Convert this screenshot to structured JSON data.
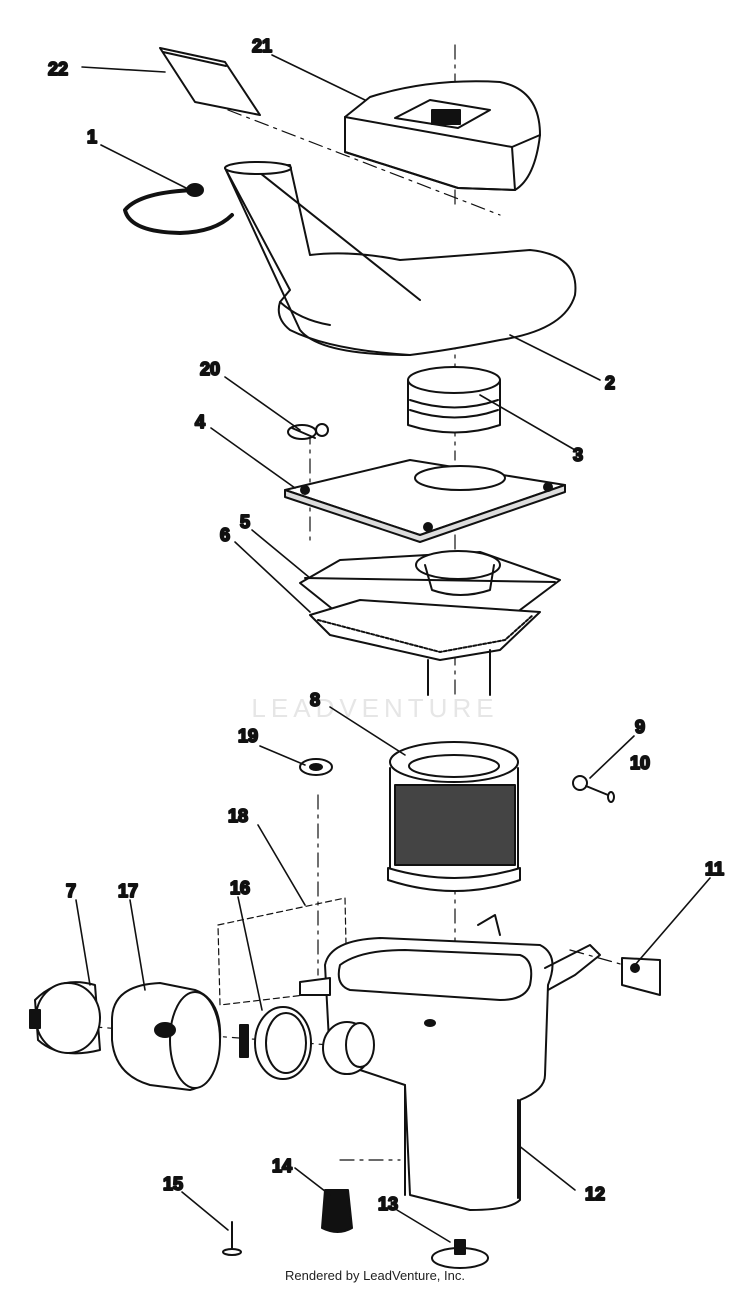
{
  "watermark": "LEADVENTURE",
  "footer": "Rendered by LeadVenture, Inc.",
  "labels": {
    "p1": "1",
    "p2": "2",
    "p3": "3",
    "p4": "4",
    "p5": "5",
    "p6": "6",
    "p7": "7",
    "p8": "8",
    "p9": "9",
    "p10": "10",
    "p11": "11",
    "p12": "12",
    "p13": "13",
    "p14": "14",
    "p15": "15",
    "p16": "16",
    "p17": "17",
    "p18": "18",
    "p19": "19",
    "p20": "20",
    "p21": "21",
    "p22": "22"
  }
}
